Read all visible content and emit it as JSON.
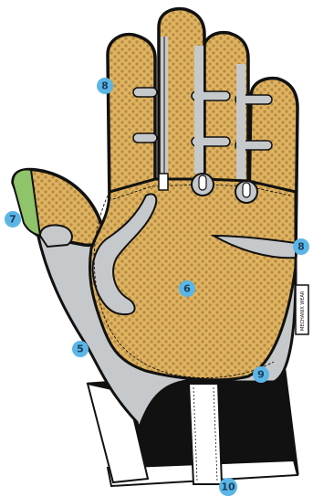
{
  "colors": {
    "leather": "#e0b45e",
    "dots": "#b58c4a",
    "gray_panel": "#c6c9cc",
    "black_cuff": "#111111",
    "white": "#ffffff",
    "callout_fill": "#5bb6e6",
    "green_tip": "#8fc46a",
    "outline": "#111111"
  },
  "callouts": [
    {
      "id": "8a",
      "label": "8"
    },
    {
      "id": "7",
      "label": "7"
    },
    {
      "id": "6",
      "label": "6"
    },
    {
      "id": "8b",
      "label": "8"
    },
    {
      "id": "5",
      "label": "5"
    },
    {
      "id": "9",
      "label": "9"
    },
    {
      "id": "10",
      "label": "10"
    }
  ],
  "brand_tab": {
    "text": "MECHANIX WEAR"
  }
}
